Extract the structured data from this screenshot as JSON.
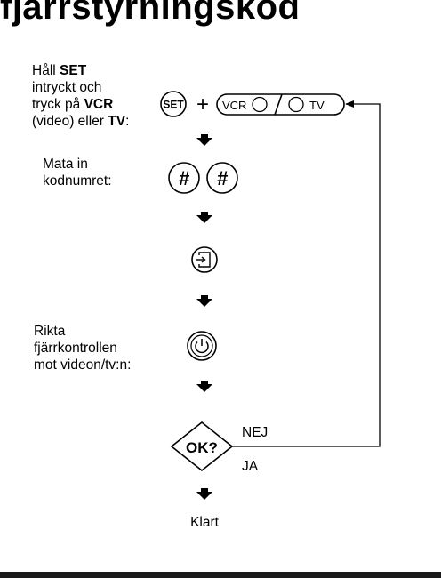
{
  "title": "fjärrstyrningskod",
  "step1": {
    "line1_a": "Håll ",
    "line1_b": "SET",
    "line2": "intryckt och",
    "line3_a": "tryck på ",
    "line3_b": "VCR",
    "line4_a": "(video) eller ",
    "line4_b": "TV",
    "line4_c": ":"
  },
  "step2": {
    "line1": "Mata in",
    "line2": "kodnumret:"
  },
  "step4": {
    "line1": "Rikta",
    "line2": "fjärrkontrollen",
    "line3": "mot videon/tv:n:"
  },
  "buttons": {
    "set_label": "SET",
    "plus": "+",
    "vcr_label": "VCR",
    "tv_label": "TV",
    "hash_label": "#"
  },
  "decision": {
    "label": "OK?",
    "no_label": "NEJ",
    "yes_label": "JA"
  },
  "end_label": "Klart"
}
